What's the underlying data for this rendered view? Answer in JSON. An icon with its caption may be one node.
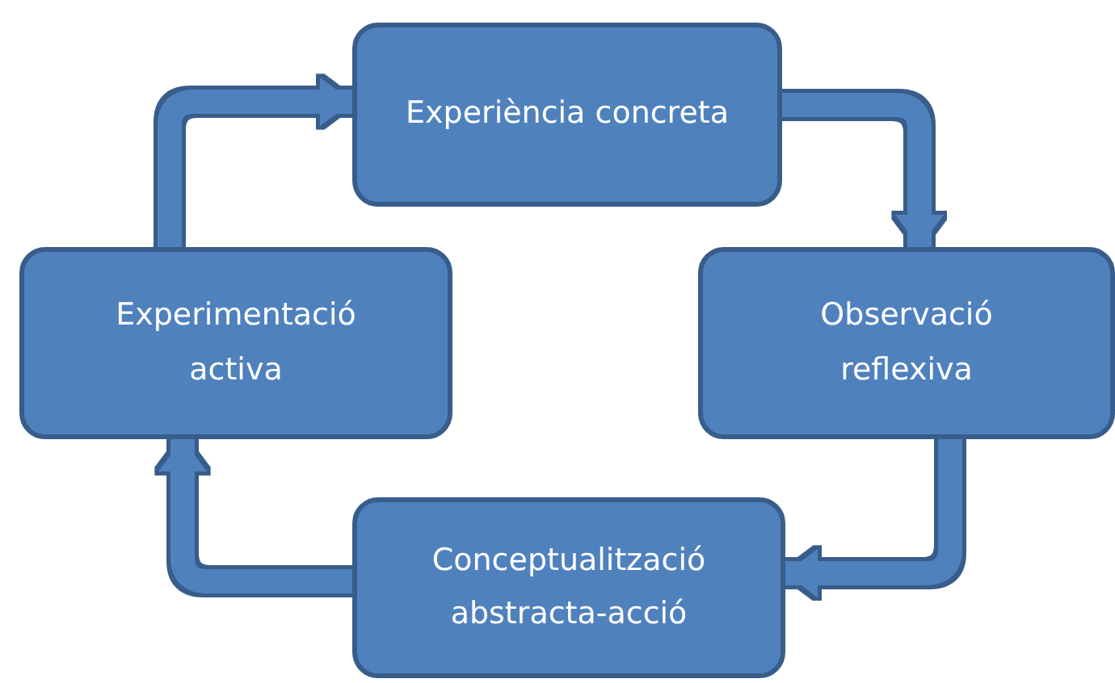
{
  "diagram": {
    "nodes": [
      {
        "text": [
          "Experiència concreta"
        ]
      },
      {
        "text": [
          "Observació reflexiva"
        ]
      },
      {
        "text": [
          "Conceptualització abstracta-acció"
        ]
      },
      {
        "text": [
          "Experimentació activa"
        ]
      }
    ],
    "edges": [
      {
        "from": 0,
        "to": 1,
        "arrow": "to"
      },
      {
        "from": 1,
        "to": 2,
        "arrow": "to"
      },
      {
        "from": 2,
        "to": 3,
        "arrow": "to"
      },
      {
        "from": 3,
        "to": 0,
        "arrow": "to"
      }
    ]
  }
}
